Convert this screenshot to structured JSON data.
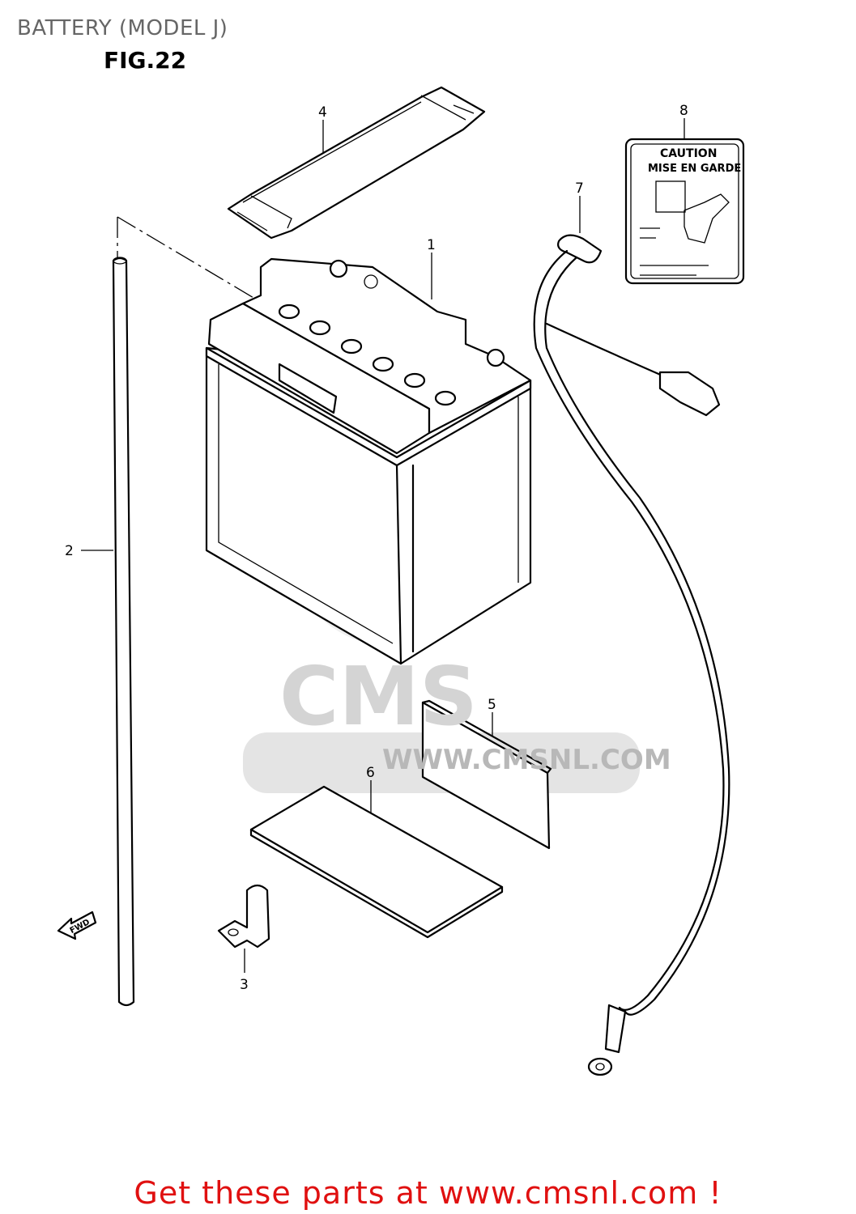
{
  "header": {
    "title": "BATTERY (MODEL J)",
    "figure": "FIG.22"
  },
  "callouts": [
    {
      "number": "1",
      "part": "battery"
    },
    {
      "number": "2",
      "part": "breather-tube"
    },
    {
      "number": "3",
      "part": "bracket"
    },
    {
      "number": "4",
      "part": "battery-strap"
    },
    {
      "number": "5",
      "part": "pad"
    },
    {
      "number": "6",
      "part": "sheet"
    },
    {
      "number": "7",
      "part": "lead-wire"
    },
    {
      "number": "8",
      "part": "caution-label"
    }
  ],
  "label": {
    "line1": "CAUTION",
    "line2": "MISE EN GARDE"
  },
  "fwd_marker": "FWD",
  "watermark": {
    "logo": "CMS",
    "url": "WWW.CMSNL.COM"
  },
  "footer": {
    "text": "Get these parts at www.cmsnl.com !",
    "color": "#e01010"
  }
}
